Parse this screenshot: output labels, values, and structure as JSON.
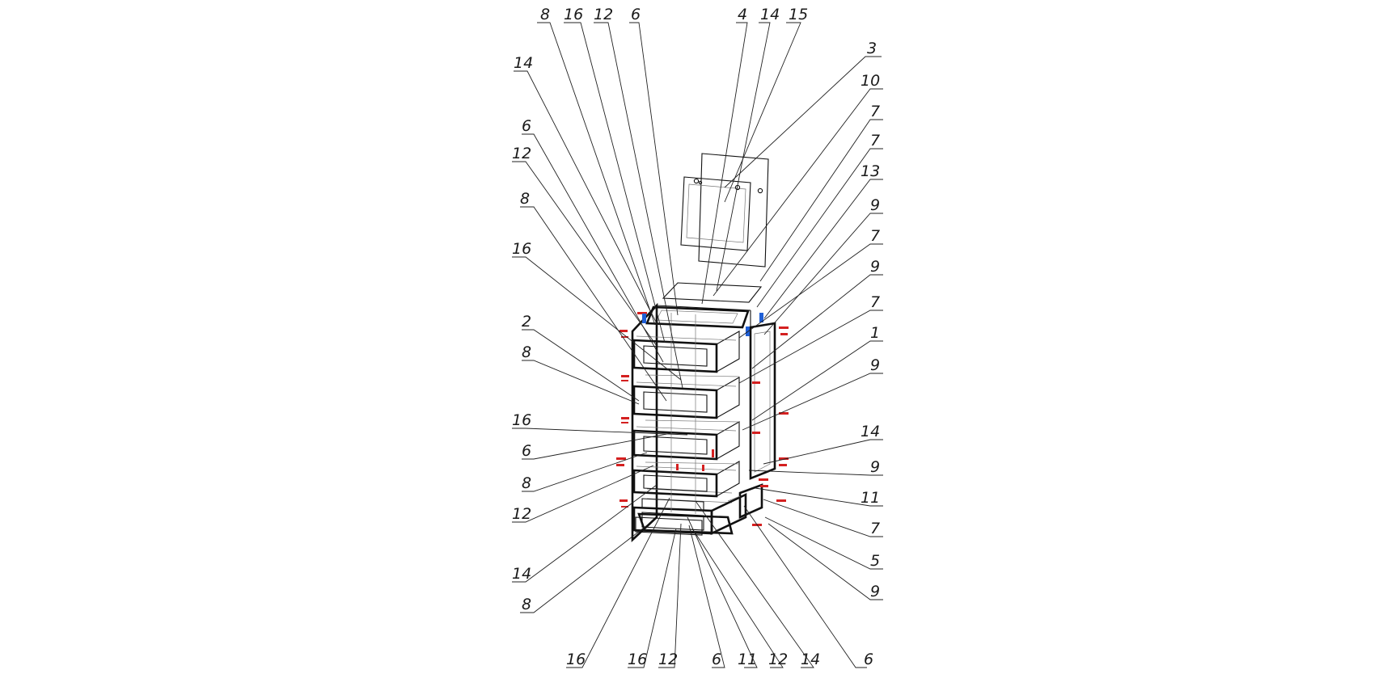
{
  "leaders_top": [
    "8",
    "16",
    "12",
    "6",
    "4",
    "14",
    "15"
  ],
  "leaders_left": [
    "14",
    "6",
    "12",
    "8",
    "16",
    "2",
    "8",
    "16",
    "6",
    "8",
    "12",
    "14",
    "8"
  ],
  "leaders_right": [
    "3",
    "10",
    "7",
    "7",
    "13",
    "9",
    "7",
    "9",
    "7",
    "1",
    "9",
    "14",
    "9",
    "11",
    "7",
    "5",
    "9"
  ],
  "leaders_bottom": [
    "16",
    "16",
    "12",
    "6",
    "11",
    "12",
    "14",
    "6"
  ],
  "colors": {
    "lines": "#111111",
    "fasteners": "#d42020",
    "hinges": "#1f5fd6"
  }
}
